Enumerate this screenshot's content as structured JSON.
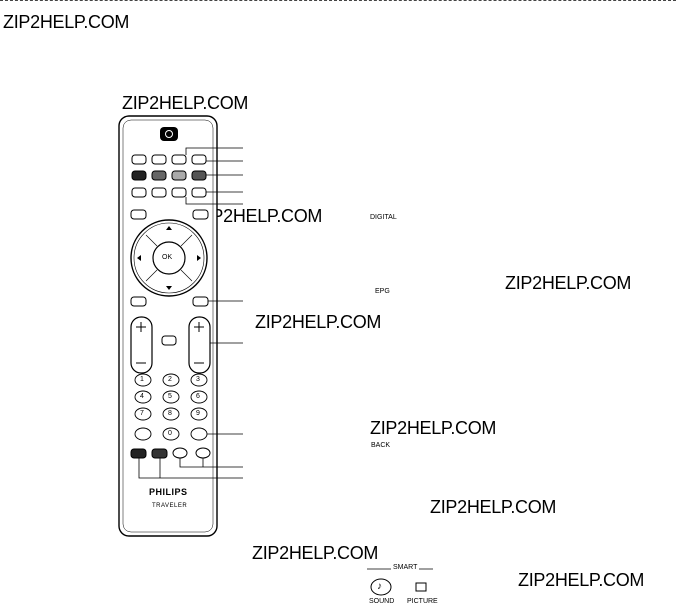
{
  "watermarks": [
    "ZIP2HELP.COM",
    "ZIP2HELP.COM",
    "ZIP2HELP.COM",
    "ZIP2HELP.COM",
    "ZIP2HELP.COM",
    "ZIP2HELP.COM",
    "ZIP2HELP.COM",
    "ZIP2HELP.COM",
    "ZIP2HELP.COM"
  ],
  "remote": {
    "brand": "PHILIPS",
    "model": "TRAVELER",
    "ok_label": "OK",
    "keypad": [
      "1",
      "2",
      "3",
      "4",
      "5",
      "6",
      "7",
      "8",
      "9",
      "0"
    ]
  },
  "side_labels": {
    "digital": "DIGITAL",
    "epg": "EPG",
    "back": "BACK"
  },
  "smart": {
    "title": "SMART",
    "sound": "SOUND",
    "picture": "PICTURE",
    "sound_glyph": "♪"
  }
}
